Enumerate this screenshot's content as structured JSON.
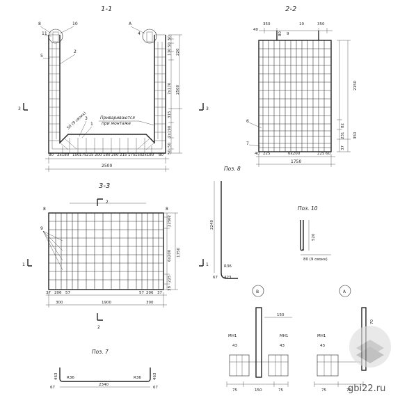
{
  "sections": {
    "s11_title": "1-1",
    "s22_title": "2-2",
    "s33_title": "3-3",
    "cut1": "1",
    "cut2": "2",
    "cut3": "3"
  },
  "s11": {
    "callouts": [
      "8",
      "11",
      "10",
      "A",
      "4",
      "5",
      "2",
      "3",
      "1"
    ],
    "note_line1": "Привариваются",
    "note_line2": "при монтаже",
    "dim_50_9": "50 (9 своих)",
    "right_dims": [
      "50",
      "50",
      "170",
      "220",
      "7х170",
      "2500",
      "315",
      "2х190",
      "50",
      "50"
    ],
    "bottom_dims": [
      "80",
      "2х180",
      "150",
      "175",
      "215",
      "200",
      "180",
      "200",
      "215",
      "175",
      "150",
      "2х180",
      "80"
    ],
    "total": "2500"
  },
  "s22": {
    "top_dims": [
      "40",
      "350",
      "80",
      "9",
      "10",
      "350"
    ],
    "right_dims": [
      "2150",
      "82",
      "350",
      "231",
      "37"
    ],
    "left_callouts": [
      "6",
      "7"
    ],
    "bottom_dims": [
      "40",
      "225",
      "6х200",
      "225",
      "60"
    ],
    "total": "1750"
  },
  "s33": {
    "callouts": [
      "8",
      "9",
      "8"
    ],
    "right_dims": [
      "62",
      "225",
      "6х200",
      "225",
      "38",
      "1750"
    ],
    "bottom_dims": [
      "37",
      "206",
      "57",
      "57",
      "206",
      "37"
    ],
    "bottom_dims2": [
      "300",
      "1900",
      "300"
    ]
  },
  "poz8": {
    "title": "Поз. 8",
    "dim": "2240",
    "radius": "R36",
    "foot": "423",
    "angle": "67"
  },
  "poz10": {
    "title": "Поз. 10",
    "dim": "520",
    "bottom": "80 (9 своих)"
  },
  "poz7": {
    "title": "Поз. 7",
    "left": "463",
    "right": "463",
    "r1": "R36",
    "r2": "R36",
    "len": "2340",
    "a1": "67",
    "a2": "67"
  },
  "detailB": {
    "title": "В",
    "mn": "МН1",
    "mn2": "МН1",
    "d150": "150",
    "d43": "43",
    "d43b": "43",
    "b75a": "75",
    "b150": "150",
    "b75b": "75"
  },
  "detailA": {
    "title": "А",
    "mn": "МН1",
    "d70": "70",
    "d43": "43",
    "b75a": "75",
    "b75b": "75"
  },
  "watermark": "gbi22.ru"
}
